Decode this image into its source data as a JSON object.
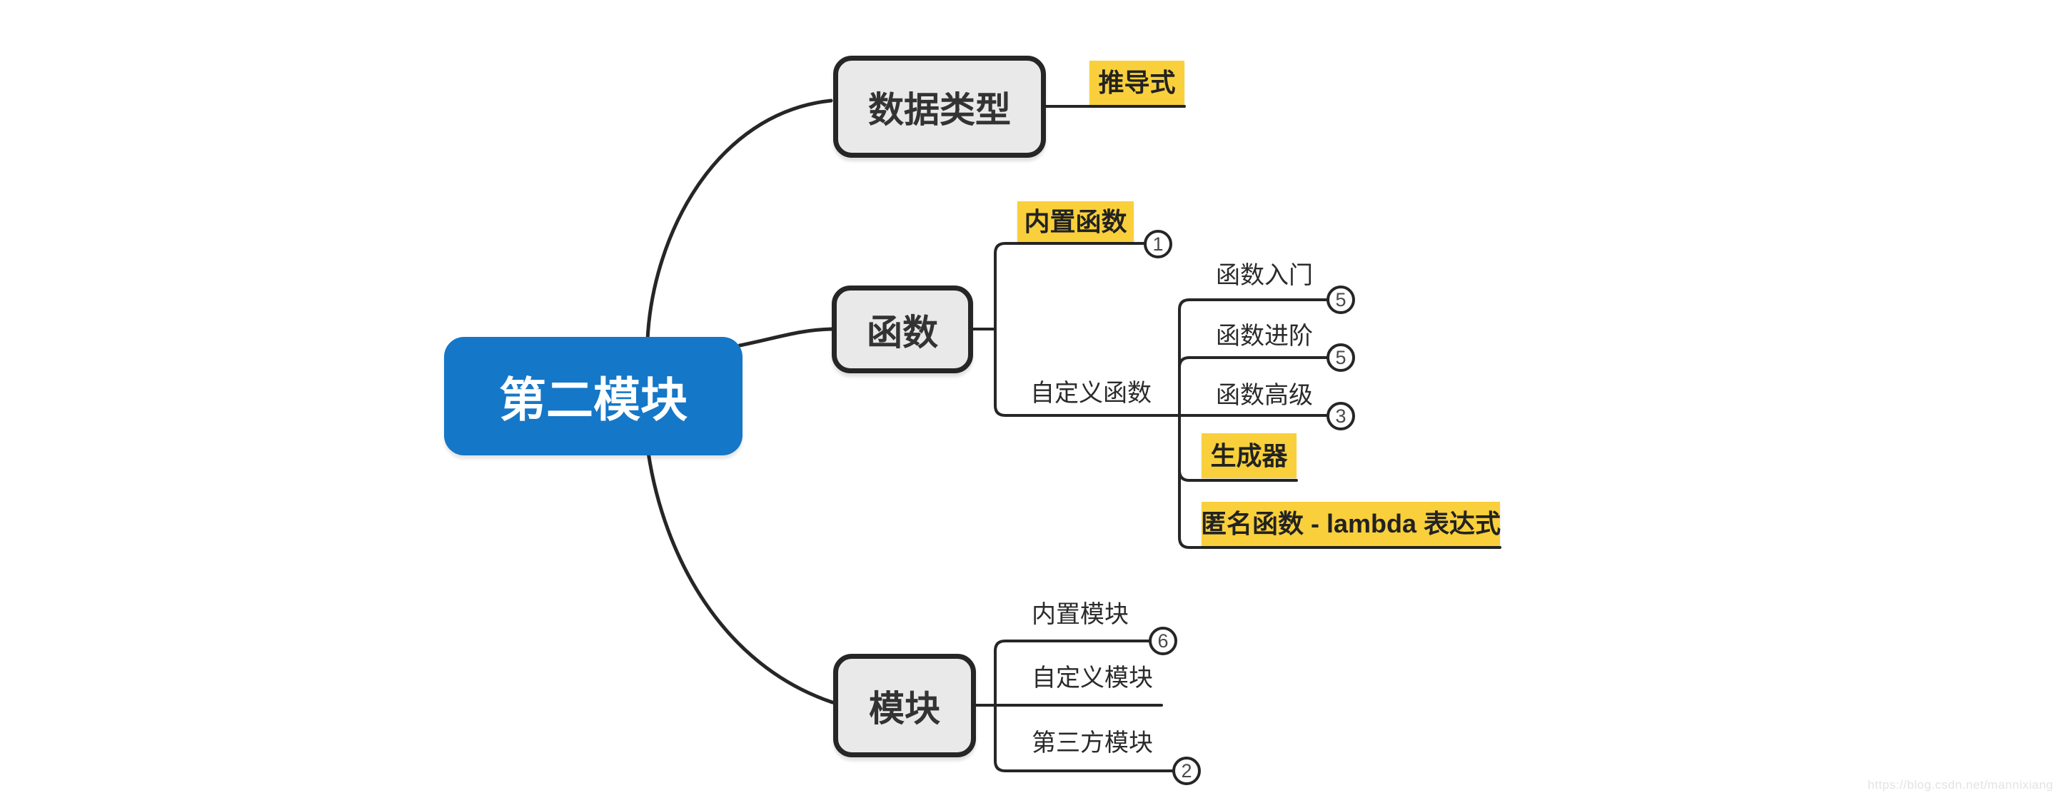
{
  "root": {
    "label": "第二模块"
  },
  "branches": [
    {
      "label": "数据类型",
      "children": [
        {
          "label": "推导式",
          "highlight": true
        }
      ]
    },
    {
      "label": "函数",
      "children": [
        {
          "label": "内置函数",
          "highlight": true,
          "badge": "1"
        },
        {
          "label": "自定义函数",
          "children": [
            {
              "label": "函数入门",
              "badge": "5"
            },
            {
              "label": "函数进阶",
              "badge": "5"
            },
            {
              "label": "函数高级",
              "badge": "3"
            },
            {
              "label": "生成器",
              "highlight": true
            },
            {
              "label": "匿名函数 - lambda 表达式",
              "highlight": true
            }
          ]
        }
      ]
    },
    {
      "label": "模块",
      "children": [
        {
          "label": "内置模块",
          "badge": "6"
        },
        {
          "label": "自定义模块"
        },
        {
          "label": "第三方模块",
          "badge": "2"
        }
      ]
    }
  ],
  "watermark": "https://blog.csdn.net/mannixiang",
  "colors": {
    "root_fill": "#1577c8",
    "root_text": "#ffffff",
    "node_fill": "#e9e9e9",
    "stroke": "#262626",
    "highlight": "#f9d03b",
    "text": "#2b2b2b",
    "badge_text": "#4a4a4a",
    "watermark_text": "#e3e3e3"
  }
}
